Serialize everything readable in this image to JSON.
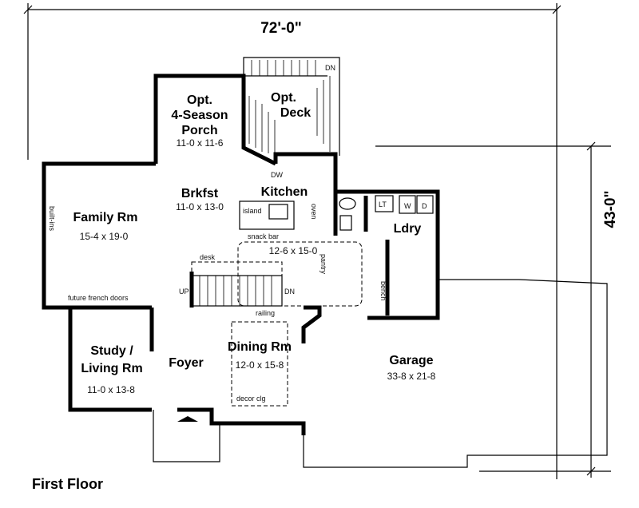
{
  "dimensions": {
    "width": "72'-0\"",
    "depth": "43-0\""
  },
  "floor_label": "First Floor",
  "rooms": {
    "porch": {
      "line1": "Opt.",
      "line2": "4-Season",
      "line3": "Porch",
      "size": "11-0 x 11-6"
    },
    "deck": {
      "line1": "Opt.",
      "line2": "Deck"
    },
    "brkfst": {
      "name": "Brkfst",
      "size": "11-0 x 13-0"
    },
    "kitchen": {
      "name": "Kitchen",
      "size": "12-6 x 15-0"
    },
    "family": {
      "name": "Family Rm",
      "size": "15-4 x 19-0"
    },
    "ldry": {
      "name": "Ldry"
    },
    "study": {
      "line1": "Study /",
      "line2": "Living Rm",
      "size": "11-0 x 13-8"
    },
    "foyer": {
      "name": "Foyer"
    },
    "dining": {
      "name": "Dining Rm",
      "size": "12-0 x 15-8"
    },
    "garage": {
      "name": "Garage",
      "size": "33-8 x 21-8"
    }
  },
  "annotations": {
    "built_ins": "built-ins",
    "island": "island",
    "snack_bar": "snack bar",
    "oven": "oven",
    "desk": "desk",
    "up": "UP",
    "dn": "DN",
    "deck_dn": "DN",
    "railing": "railing",
    "pantry": "pantry",
    "bench": "bench",
    "future_doors": "future french doors",
    "decor_clg": "decor clg",
    "lt": "LT",
    "w": "W",
    "d": "D",
    "dw": "DW"
  }
}
